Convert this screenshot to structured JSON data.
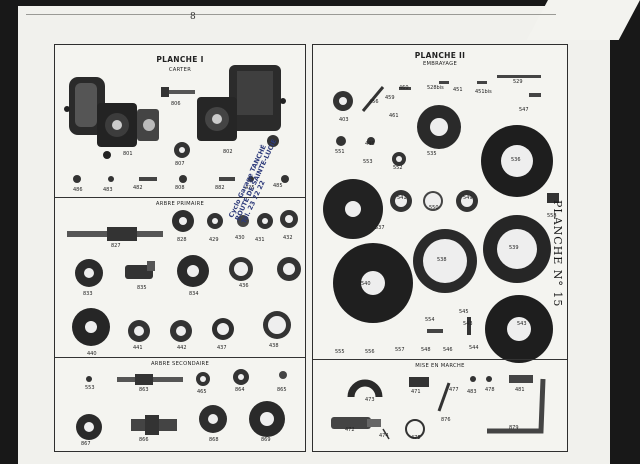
{
  "page_number": "8",
  "side_title": "PLANCHE N° 15",
  "stamp": {
    "line1": "Cyclo Garage TANCHÉ",
    "line2": "ROUTE DE SAINTE-LUCIE",
    "line3": "Tél. 23 72 22"
  },
  "left_panel": {
    "heading": "PLANCHE I",
    "carter": {
      "title": "CARTER",
      "parts": [
        "801",
        "806",
        "802",
        "807",
        "808",
        "486",
        "483",
        "482",
        "882",
        "425",
        "485"
      ]
    },
    "arbre_primaire": {
      "title": "ARBRE PRIMAIRE",
      "parts": [
        "827",
        "828",
        "429",
        "430",
        "431",
        "432",
        "833",
        "835",
        "834",
        "436",
        "440",
        "441",
        "442",
        "437",
        "438"
      ]
    },
    "arbre_secondaire": {
      "title": "ARBRE SECONDAIRE",
      "parts": [
        "553",
        "863",
        "465",
        "864",
        "865",
        "867",
        "866",
        "868",
        "869"
      ]
    }
  },
  "right_panel": {
    "heading": "PLANCHE II",
    "subheading": "EMBRAYAGE",
    "embrayage_parts": [
      "403",
      "456",
      "459",
      "461",
      "460",
      "528bis",
      "451",
      "451bis",
      "529",
      "547",
      "551",
      "446",
      "553",
      "552",
      "535",
      "536",
      "537",
      "541",
      "550",
      "549",
      "558",
      "538",
      "539",
      "540",
      "554",
      "545",
      "543",
      "555",
      "556",
      "557",
      "548",
      "546",
      "544"
    ],
    "mise_en_marche": {
      "title": "MISE EN MARCHE",
      "parts": [
        "473",
        "471",
        "477",
        "483",
        "478",
        "481",
        "472",
        "474",
        "475",
        "876",
        "879"
      ]
    }
  }
}
